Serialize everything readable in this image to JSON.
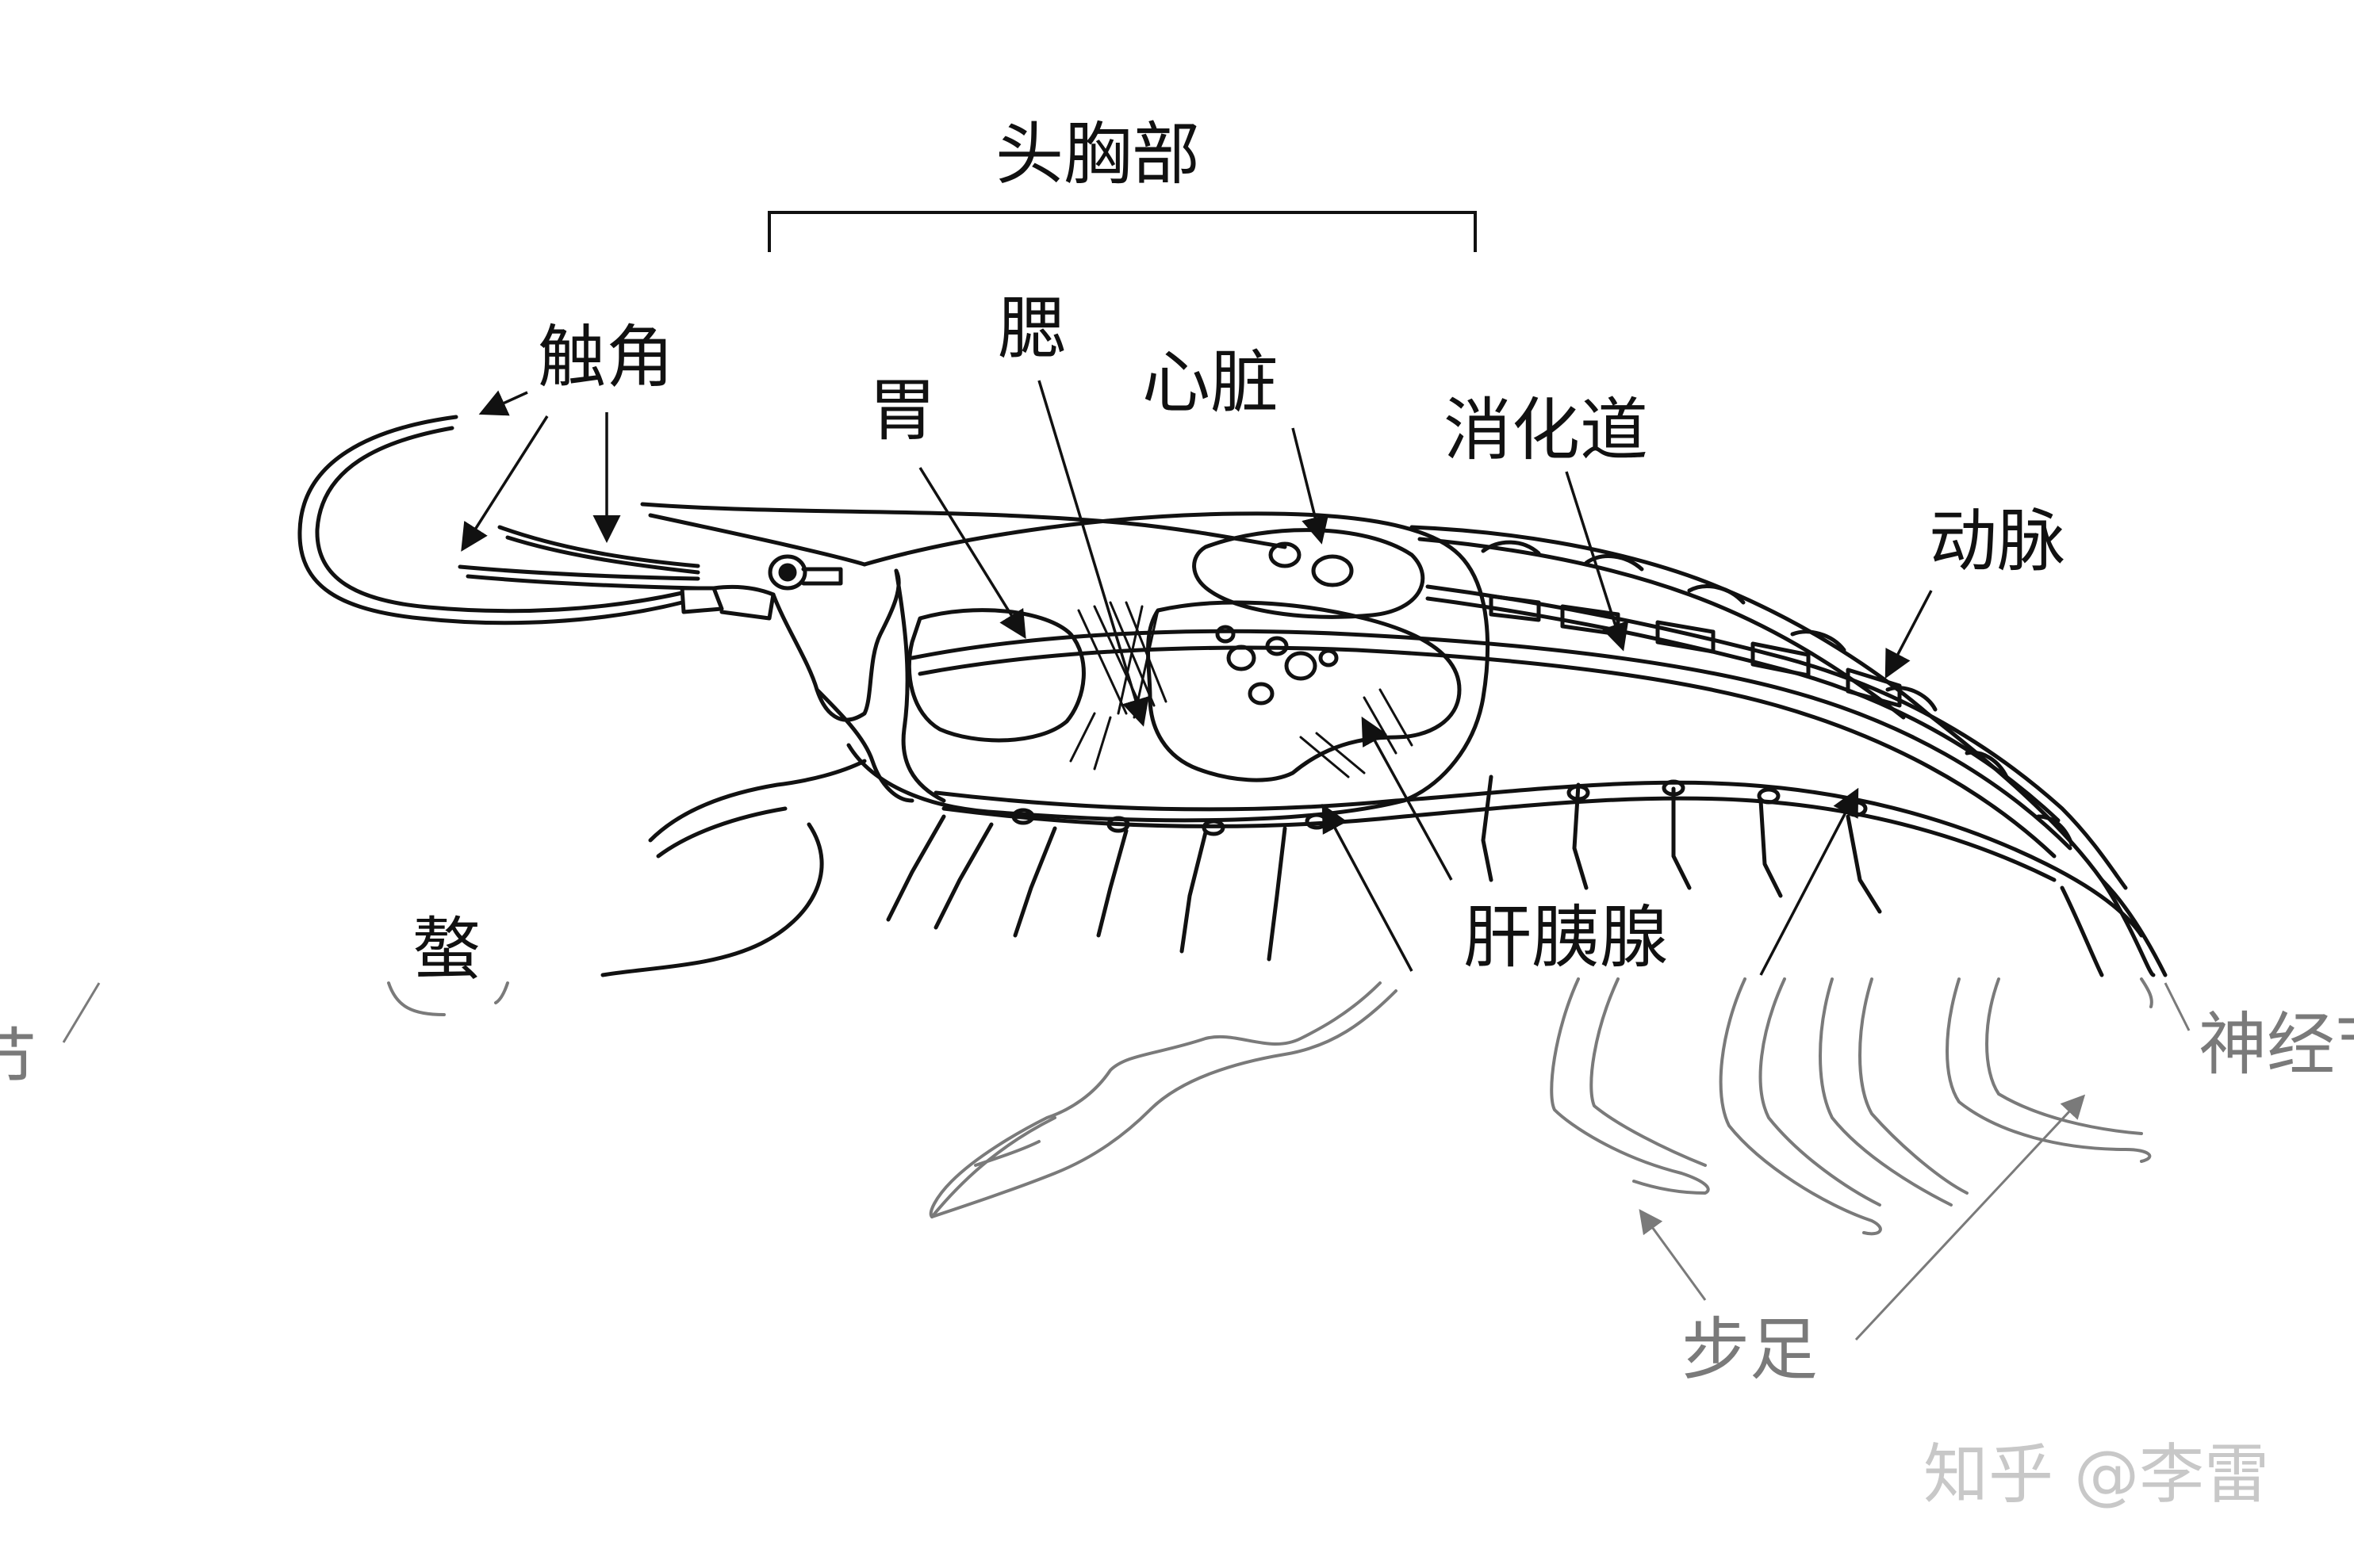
{
  "diagram": {
    "labels": {
      "cephalothorax": "头胸部",
      "antenna": "触角",
      "gill": "腮",
      "stomach": "胃",
      "heart": "心脏",
      "digestive_tract": "消化道",
      "artery": "动脉",
      "chela": "螯",
      "hepatopancreas": "肝胰腺",
      "segment_partial": "节",
      "nerve_partial": "神经节",
      "walking_legs": "步足"
    },
    "watermark": "知乎 @李雷",
    "colors": {
      "ink": "#111111",
      "faded_ink": "#7a7a7a",
      "watermark": "#c8c8c8",
      "background": "#ffffff"
    }
  }
}
